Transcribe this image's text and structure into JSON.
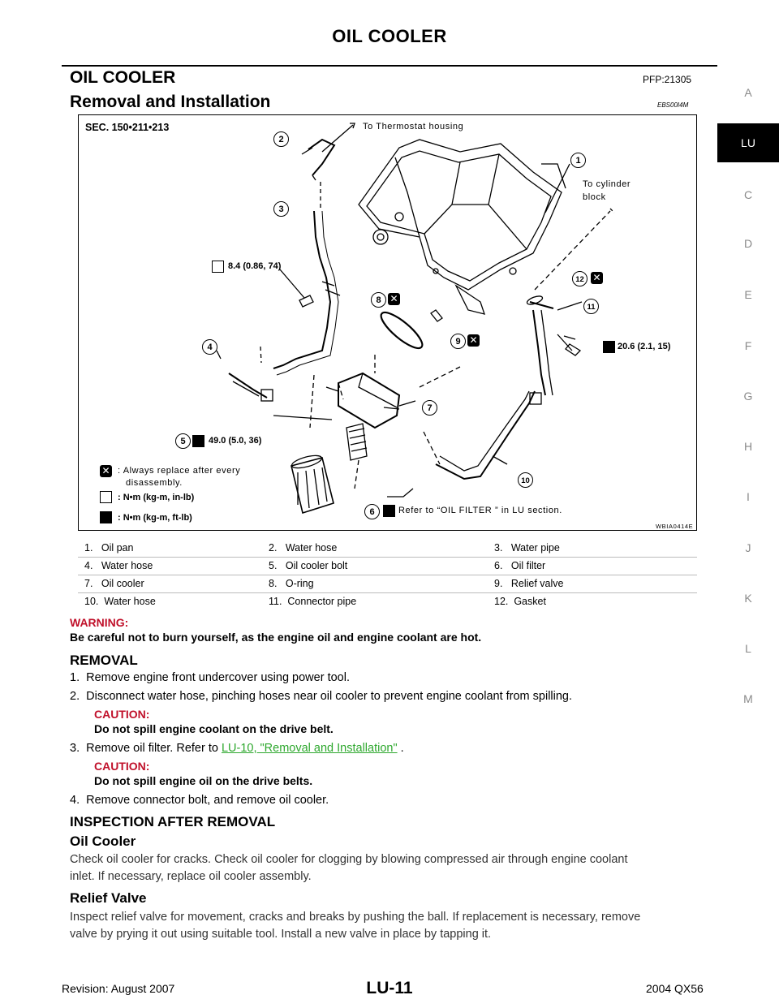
{
  "header": {
    "page_title": "OIL COOLER",
    "section_title": "OIL COOLER",
    "section_code": "PFP:21305",
    "subsection_title": "Removal and Installation",
    "subsection_code": "EBS00I4M"
  },
  "side_index": [
    "A",
    "LU",
    "C",
    "D",
    "E",
    "F",
    "G",
    "H",
    "I",
    "J",
    "K",
    "L",
    "M"
  ],
  "side_index_active": "LU",
  "figure": {
    "sec": "SEC. 150•211•213",
    "to_thermostat": "To Thermostat housing",
    "to_cylinder_1": "To cylinder",
    "to_cylinder_2": "block",
    "torque_a": "8.4 (0.86, 74)",
    "torque_b": "20.6 (2.1, 15)",
    "torque_c": "49.0 (5.0, 36)",
    "oil_filter_ref": "Refer to “OIL FILTER ” in LU section.",
    "legend_replace_1": ": Always replace after every",
    "legend_replace_2": "disassembly.",
    "legend_inlb": ": N•m (kg-m, in-lb)",
    "legend_ftlb": ": N•m (kg-m, ft-lb)",
    "fig_code": "WBIA0414E",
    "callouts": [
      "1",
      "2",
      "3",
      "4",
      "5",
      "6",
      "7",
      "8",
      "9",
      "10",
      "11",
      "12"
    ]
  },
  "parts": [
    [
      "1.   Oil pan",
      "2.   Water hose",
      "3.   Water pipe"
    ],
    [
      "4.   Water hose",
      "5.   Oil cooler bolt",
      "6.   Oil filter"
    ],
    [
      "7.   Oil cooler",
      "8.   O-ring",
      "9.   Relief valve"
    ],
    [
      "10.  Water hose",
      "11.  Connector pipe",
      "12.  Gasket"
    ]
  ],
  "warning": {
    "heading": "WARNING:",
    "text": "Be careful not to burn yourself, as the engine oil and engine coolant are hot."
  },
  "removal": {
    "heading": "REMOVAL",
    "step1": "1.  Remove engine front undercover using power tool.",
    "step2": "2.  Disconnect water hose, pinching hoses near oil cooler to prevent engine coolant from spilling.",
    "caution1_h": "CAUTION:",
    "caution1_t": "Do not spill engine coolant on the drive belt.",
    "step3_pre": "3.  Remove oil filter. Refer to ",
    "step3_link": "LU-10, \"Removal and Installation\"",
    "step3_post": " .",
    "caution2_h": "CAUTION:",
    "caution2_t": "Do not spill engine oil on the drive belts.",
    "step4": "4.  Remove connector bolt, and remove oil cooler."
  },
  "inspection": {
    "heading": "INSPECTION AFTER REMOVAL",
    "oil_cooler_h": "Oil Cooler",
    "oil_cooler_t1": "Check oil cooler for cracks. Check oil cooler for clogging by blowing compressed air through engine coolant",
    "oil_cooler_t2": "inlet. If necessary, replace oil cooler assembly.",
    "relief_h": "Relief Valve",
    "relief_t1": "Inspect relief valve for movement, cracks and breaks by pushing the ball. If replacement is necessary, remove",
    "relief_t2": "valve by prying it out using suitable tool. Install a new valve in place by tapping it."
  },
  "footer": {
    "left": "Revision: August 2007",
    "center": "LU-11",
    "right": "2004 QX56"
  }
}
